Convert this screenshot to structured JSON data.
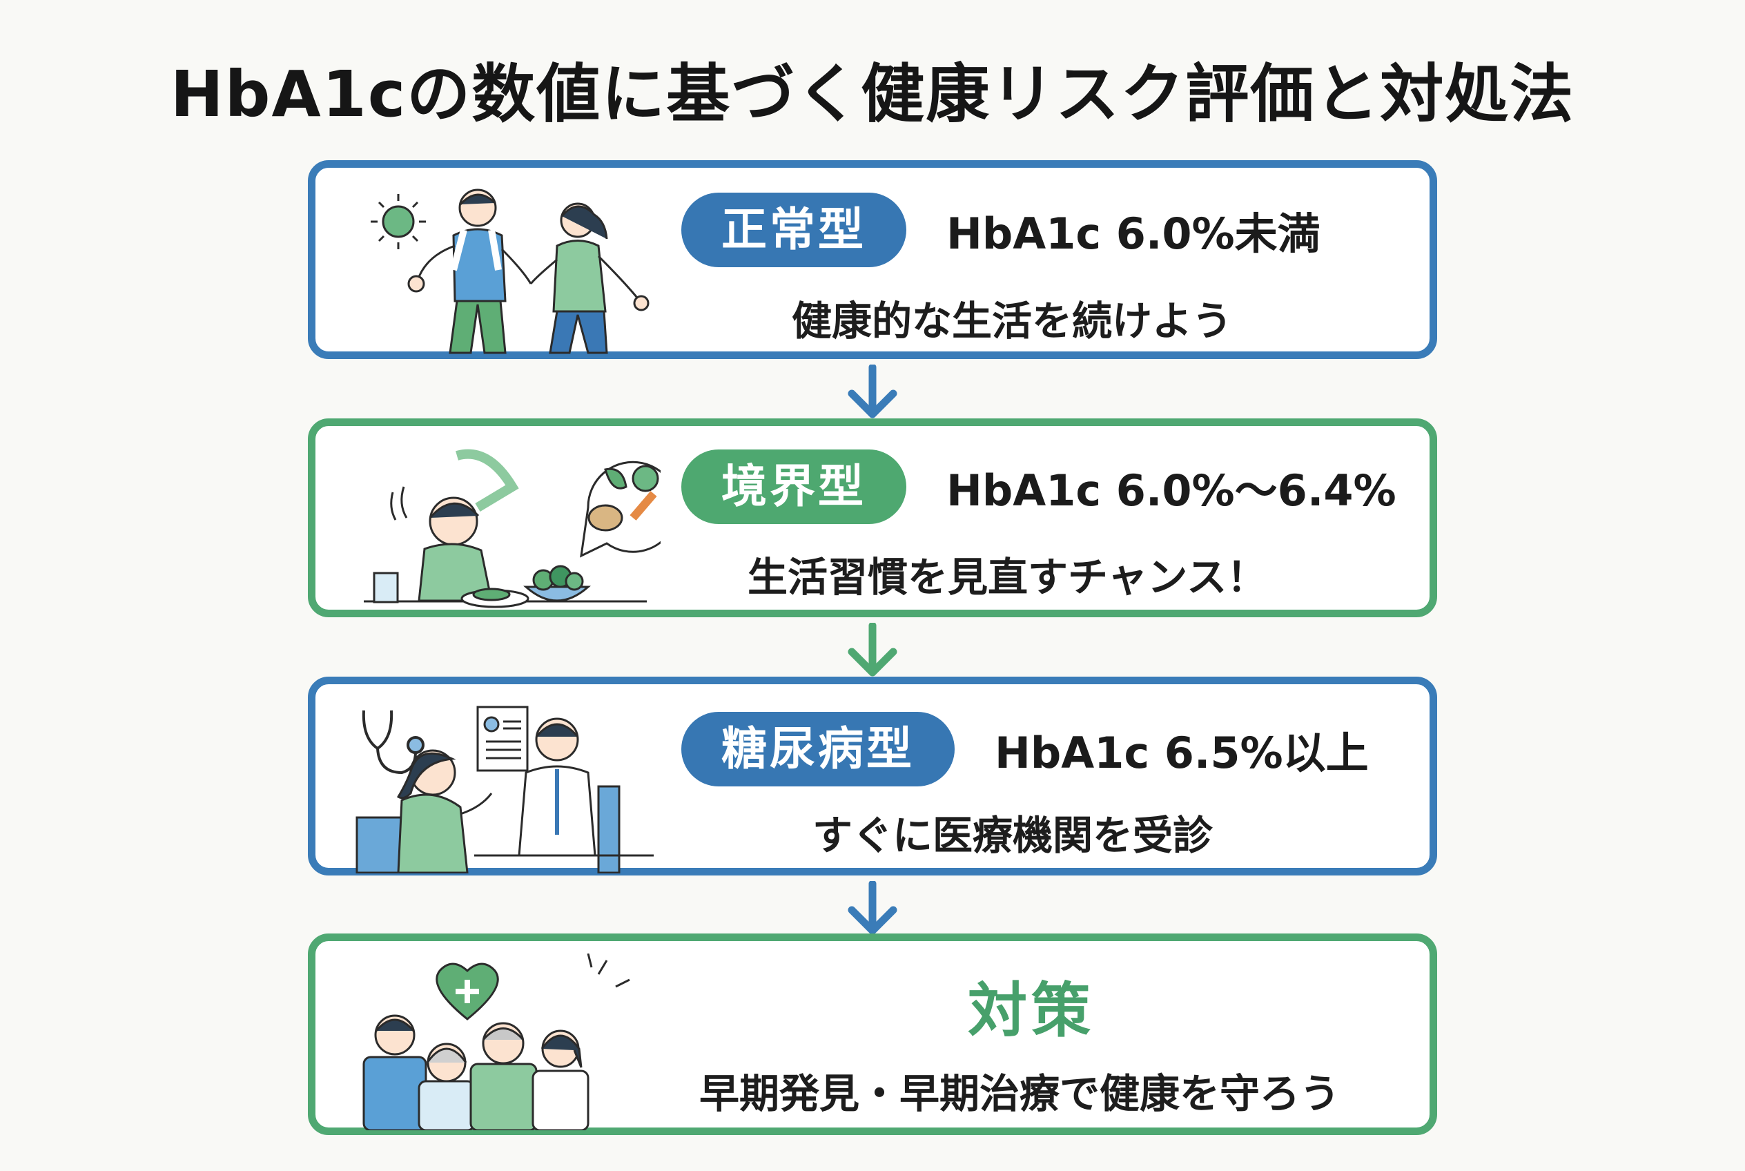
{
  "title": "HbA1cの数値に基づく健康リスク評価と対処法",
  "steps": [
    {
      "label": "正常型",
      "range": "HbA1c 6.0%未満",
      "advice": "健康的な生活を続けよう"
    },
    {
      "label": "境界型",
      "range": "HbA1c 6.0%〜6.4%",
      "advice": "生活習慣を見直すチャンス！"
    },
    {
      "label": "糖尿病型",
      "range": "HbA1c 6.5%以上",
      "advice": "すぐに医療機関を受診"
    },
    {
      "label": "対策",
      "advice": "早期発見・早期治療で健康を守ろう"
    }
  ],
  "colors": {
    "blue": "#3a7cb8",
    "green": "#4fa872",
    "light_blue": "#8bbce2",
    "light_green": "#8dca9f"
  },
  "icons": [
    "sun-icon",
    "salad-icon",
    "vegetable-bubble-icon",
    "stethoscope-icon",
    "document-icon",
    "heart-plus-icon"
  ]
}
